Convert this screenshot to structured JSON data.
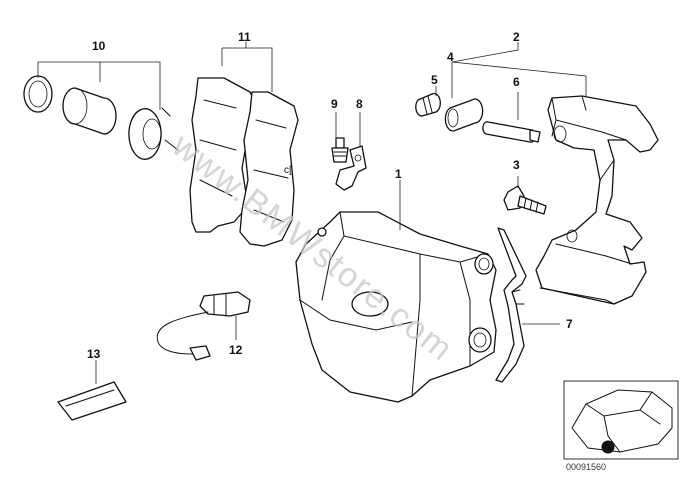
{
  "watermark": "www.BMWstore.com",
  "callouts": {
    "c1": "1",
    "c2": "2",
    "c3": "3",
    "c4": "4",
    "c5": "5",
    "c6": "6",
    "c7": "7",
    "c8": "8",
    "c9": "9",
    "c10": "10",
    "c11": "11",
    "c12": "12",
    "c13": "13"
  },
  "inset": {
    "code": "00091560"
  }
}
